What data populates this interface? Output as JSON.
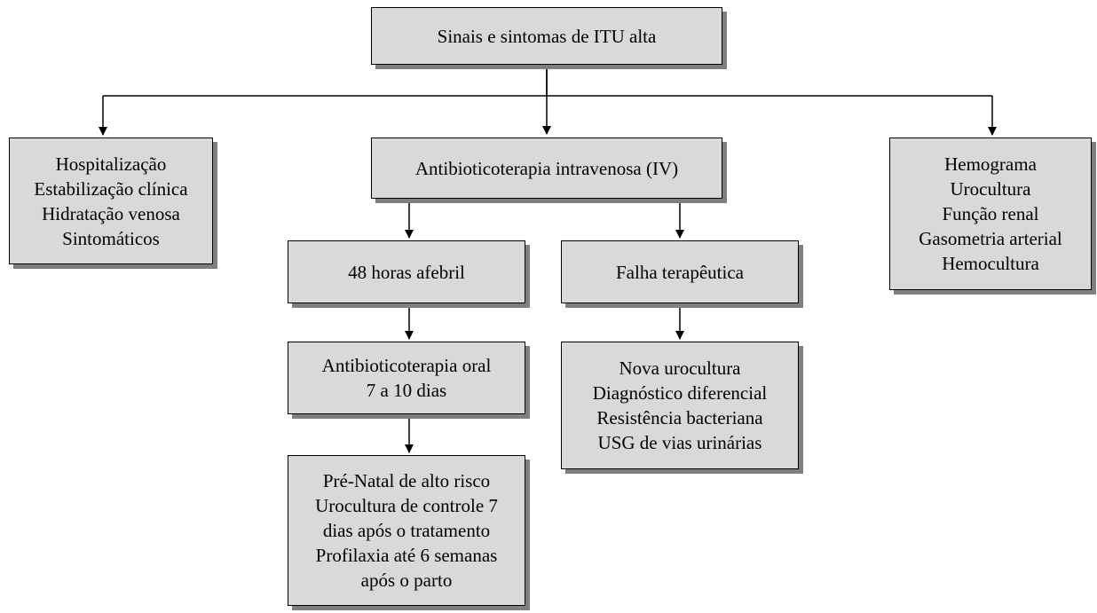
{
  "colors": {
    "box_fill": "#d9d9d9",
    "box_border": "#000000",
    "box_shadow": "#7f7f7f",
    "connector": "#000000"
  },
  "nodes": {
    "root": {
      "lines": [
        "Sinais e sintomas de ITU alta"
      ]
    },
    "hospitalizacao": {
      "lines": [
        "Hospitalização",
        "Estabilização clínica",
        "Hidratação venosa",
        "Sintomáticos"
      ]
    },
    "antibiotico_iv": {
      "lines": [
        "Antibioticoterapia intravenosa (IV)"
      ]
    },
    "exames": {
      "lines": [
        "Hemograma",
        "Urocultura",
        "Função renal",
        "Gasometria arterial",
        "Hemocultura"
      ]
    },
    "afebril": {
      "lines": [
        "48 horas afebril"
      ]
    },
    "falha": {
      "lines": [
        "Falha terapêutica"
      ]
    },
    "antibiotico_oral": {
      "lines": [
        "Antibioticoterapia oral",
        "7 a 10 dias"
      ]
    },
    "investigacao": {
      "lines": [
        "Nova urocultura",
        "Diagnóstico diferencial",
        "Resistência bacteriana",
        "USG de vias urinárias"
      ]
    },
    "seguimento": {
      "lines": [
        "Pré-Natal de alto risco",
        "Urocultura de controle 7",
        "dias após o tratamento",
        "Profilaxia até 6 semanas",
        "após o parto"
      ]
    }
  }
}
